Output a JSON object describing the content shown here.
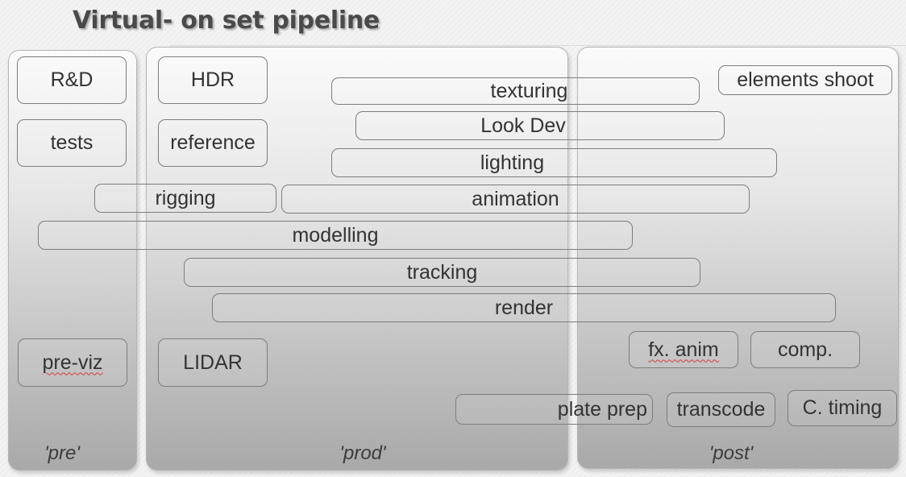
{
  "title": "Virtual- on set pipeline",
  "phases": {
    "pre": "'pre'",
    "prod": "'prod'",
    "post": "'post'"
  },
  "tasks": {
    "rnd": "R&D",
    "tests": "tests",
    "previz": "pre-viz",
    "hdr": "HDR",
    "reference": "reference",
    "lidar": "LIDAR",
    "texturing": "texturing",
    "lookdev": "Look Dev",
    "lighting": "lighting",
    "rigging": "rigging",
    "animation": "animation",
    "modelling": "modelling",
    "tracking": "tracking",
    "render": "render",
    "elements_shoot": "elements shoot",
    "fx_anim": "fx. anim",
    "comp": "comp.",
    "plate_prep": "plate prep",
    "transcode": "transcode",
    "c_timing": "C. timing"
  }
}
